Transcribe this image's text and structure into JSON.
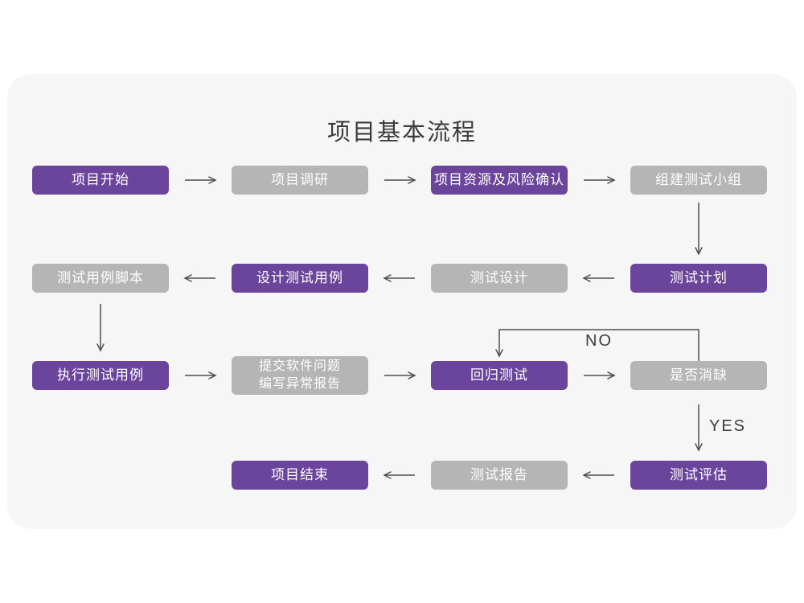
{
  "title": "项目基本流程",
  "colors": {
    "purple": "#6b459c",
    "gray": "#b5b5b5",
    "card_bg": "#f6f6f6",
    "arrow": "#4f4f4f",
    "title_text": "#3b3b3b",
    "box_text": "#ffffff"
  },
  "edge_labels": {
    "no": "NO",
    "yes": "YES"
  },
  "nodes": [
    {
      "label": "项目开始",
      "variant": "purple"
    },
    {
      "label": "项目调研",
      "variant": "gray"
    },
    {
      "label": "项目资源及风险确认",
      "variant": "purple"
    },
    {
      "label": "组建测试小组",
      "variant": "gray"
    },
    {
      "label": "测试计划",
      "variant": "purple"
    },
    {
      "label": "测试设计",
      "variant": "gray"
    },
    {
      "label": "设计测试用例",
      "variant": "purple"
    },
    {
      "label": "测试用例脚本",
      "variant": "gray"
    },
    {
      "label": "执行测试用例",
      "variant": "purple"
    },
    {
      "lines": [
        "提交软件问题",
        "编写异常报告"
      ],
      "variant": "gray"
    },
    {
      "label": "回归测试",
      "variant": "purple"
    },
    {
      "label": "是否消缺",
      "variant": "gray"
    },
    {
      "label": "测试评估",
      "variant": "purple"
    },
    {
      "label": "测试报告",
      "variant": "gray"
    },
    {
      "label": "项目结束",
      "variant": "purple"
    }
  ]
}
